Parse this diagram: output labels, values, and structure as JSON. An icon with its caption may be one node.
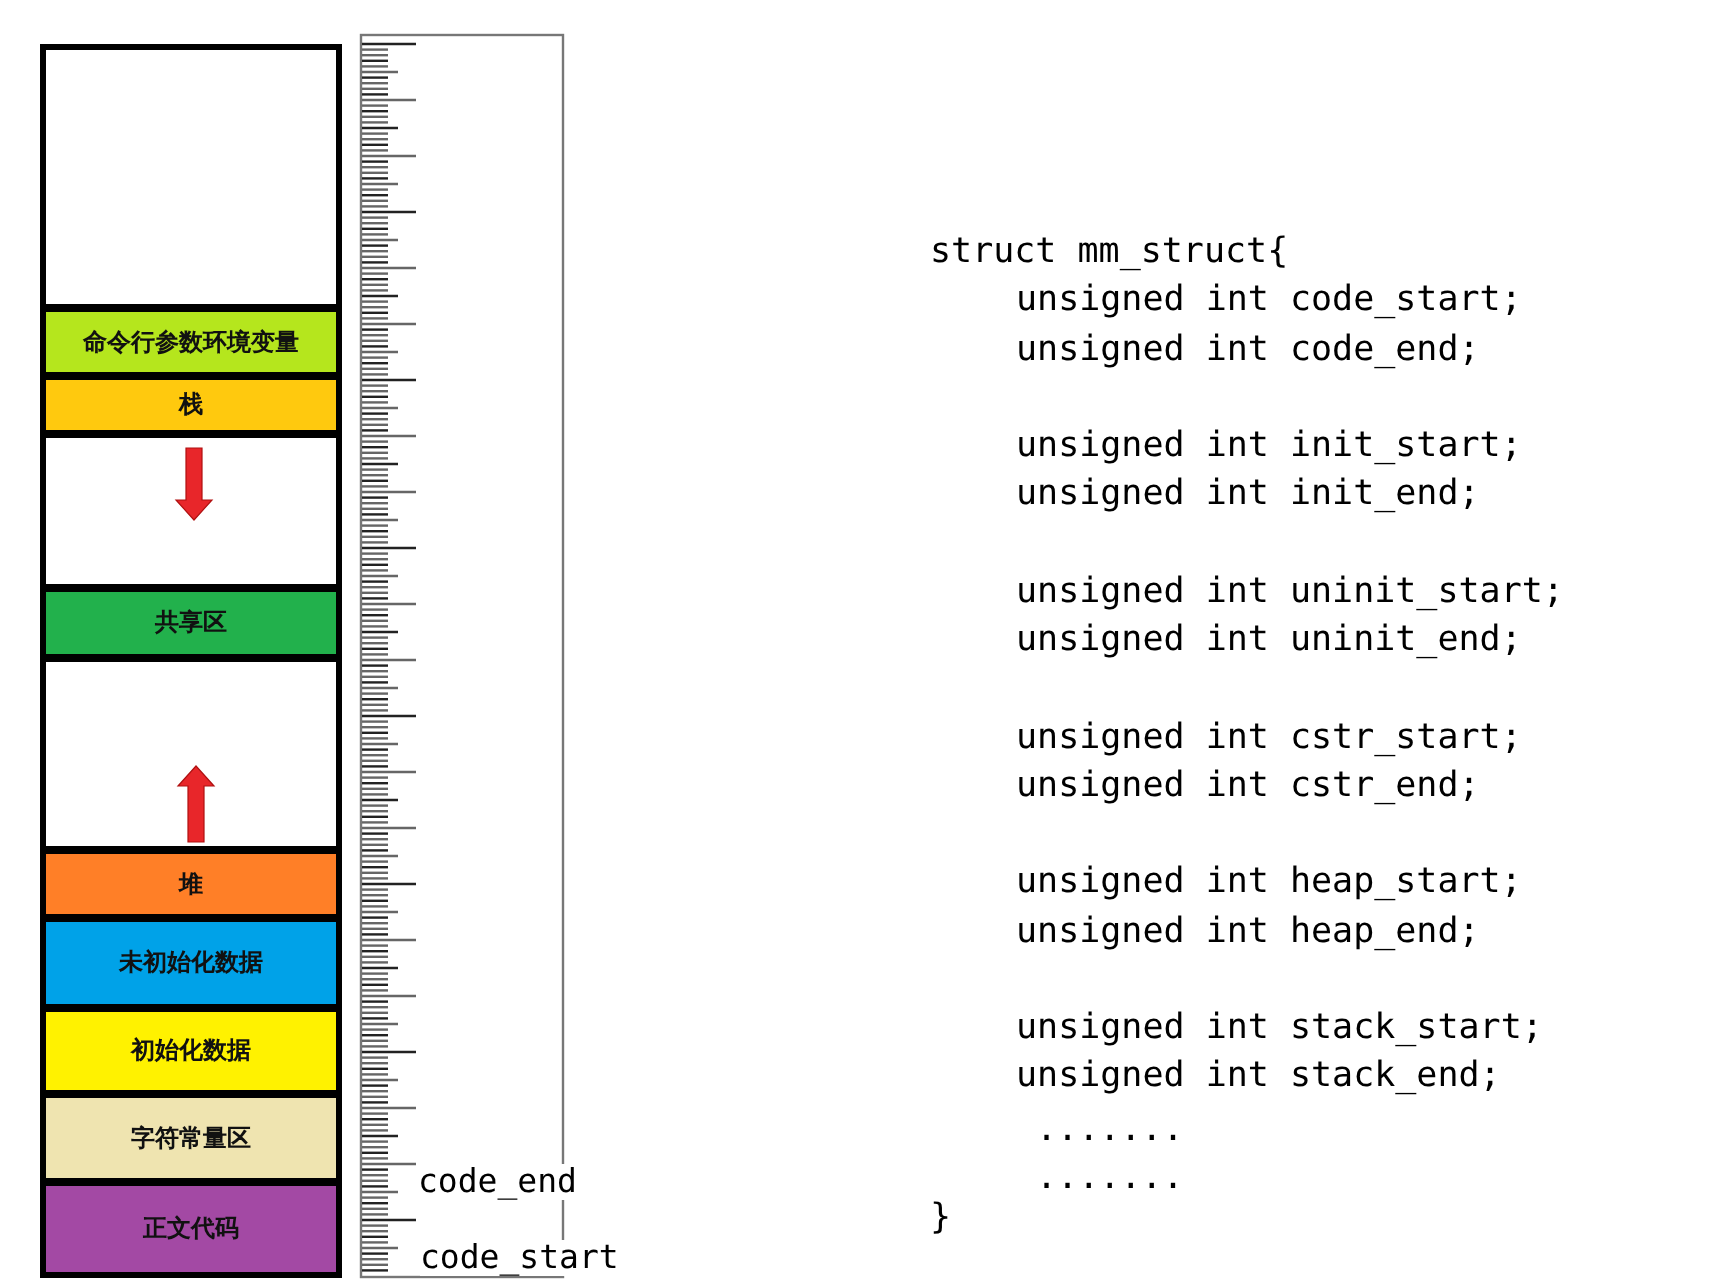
{
  "diagram": {
    "nodes": [
      {
        "text": [],
        "shape": "box"
      },
      {
        "text": [
          "命令行参数环境变量"
        ]
      },
      {
        "text": [
          "栈"
        ]
      },
      {
        "text": [],
        "shape": "box"
      },
      {
        "text": [
          "共享区"
        ]
      },
      {
        "text": [],
        "shape": "box"
      },
      {
        "text": [
          "堆"
        ]
      },
      {
        "text": [
          "未初始化数据"
        ]
      },
      {
        "text": [
          "初始化数据"
        ]
      },
      {
        "text": [
          "字符常量区"
        ]
      },
      {
        "text": [
          "正文代码"
        ]
      }
    ],
    "labels": [
      "struct mm_struct{",
      "unsigned int code_start;",
      "unsigned int code_end;",
      "unsigned int init_start;",
      "unsigned int init_end;",
      "unsigned int uninit_start;",
      "unsigned int uninit_end;",
      "unsigned int cstr_start;",
      "unsigned int cstr_end;",
      "unsigned int heap_start;",
      "unsigned int heap_end;",
      "unsigned int stack_start;",
      "unsigned int stack_end;",
      ".......",
      ".......",
      "}",
      "code_end",
      "code_start"
    ]
  }
}
